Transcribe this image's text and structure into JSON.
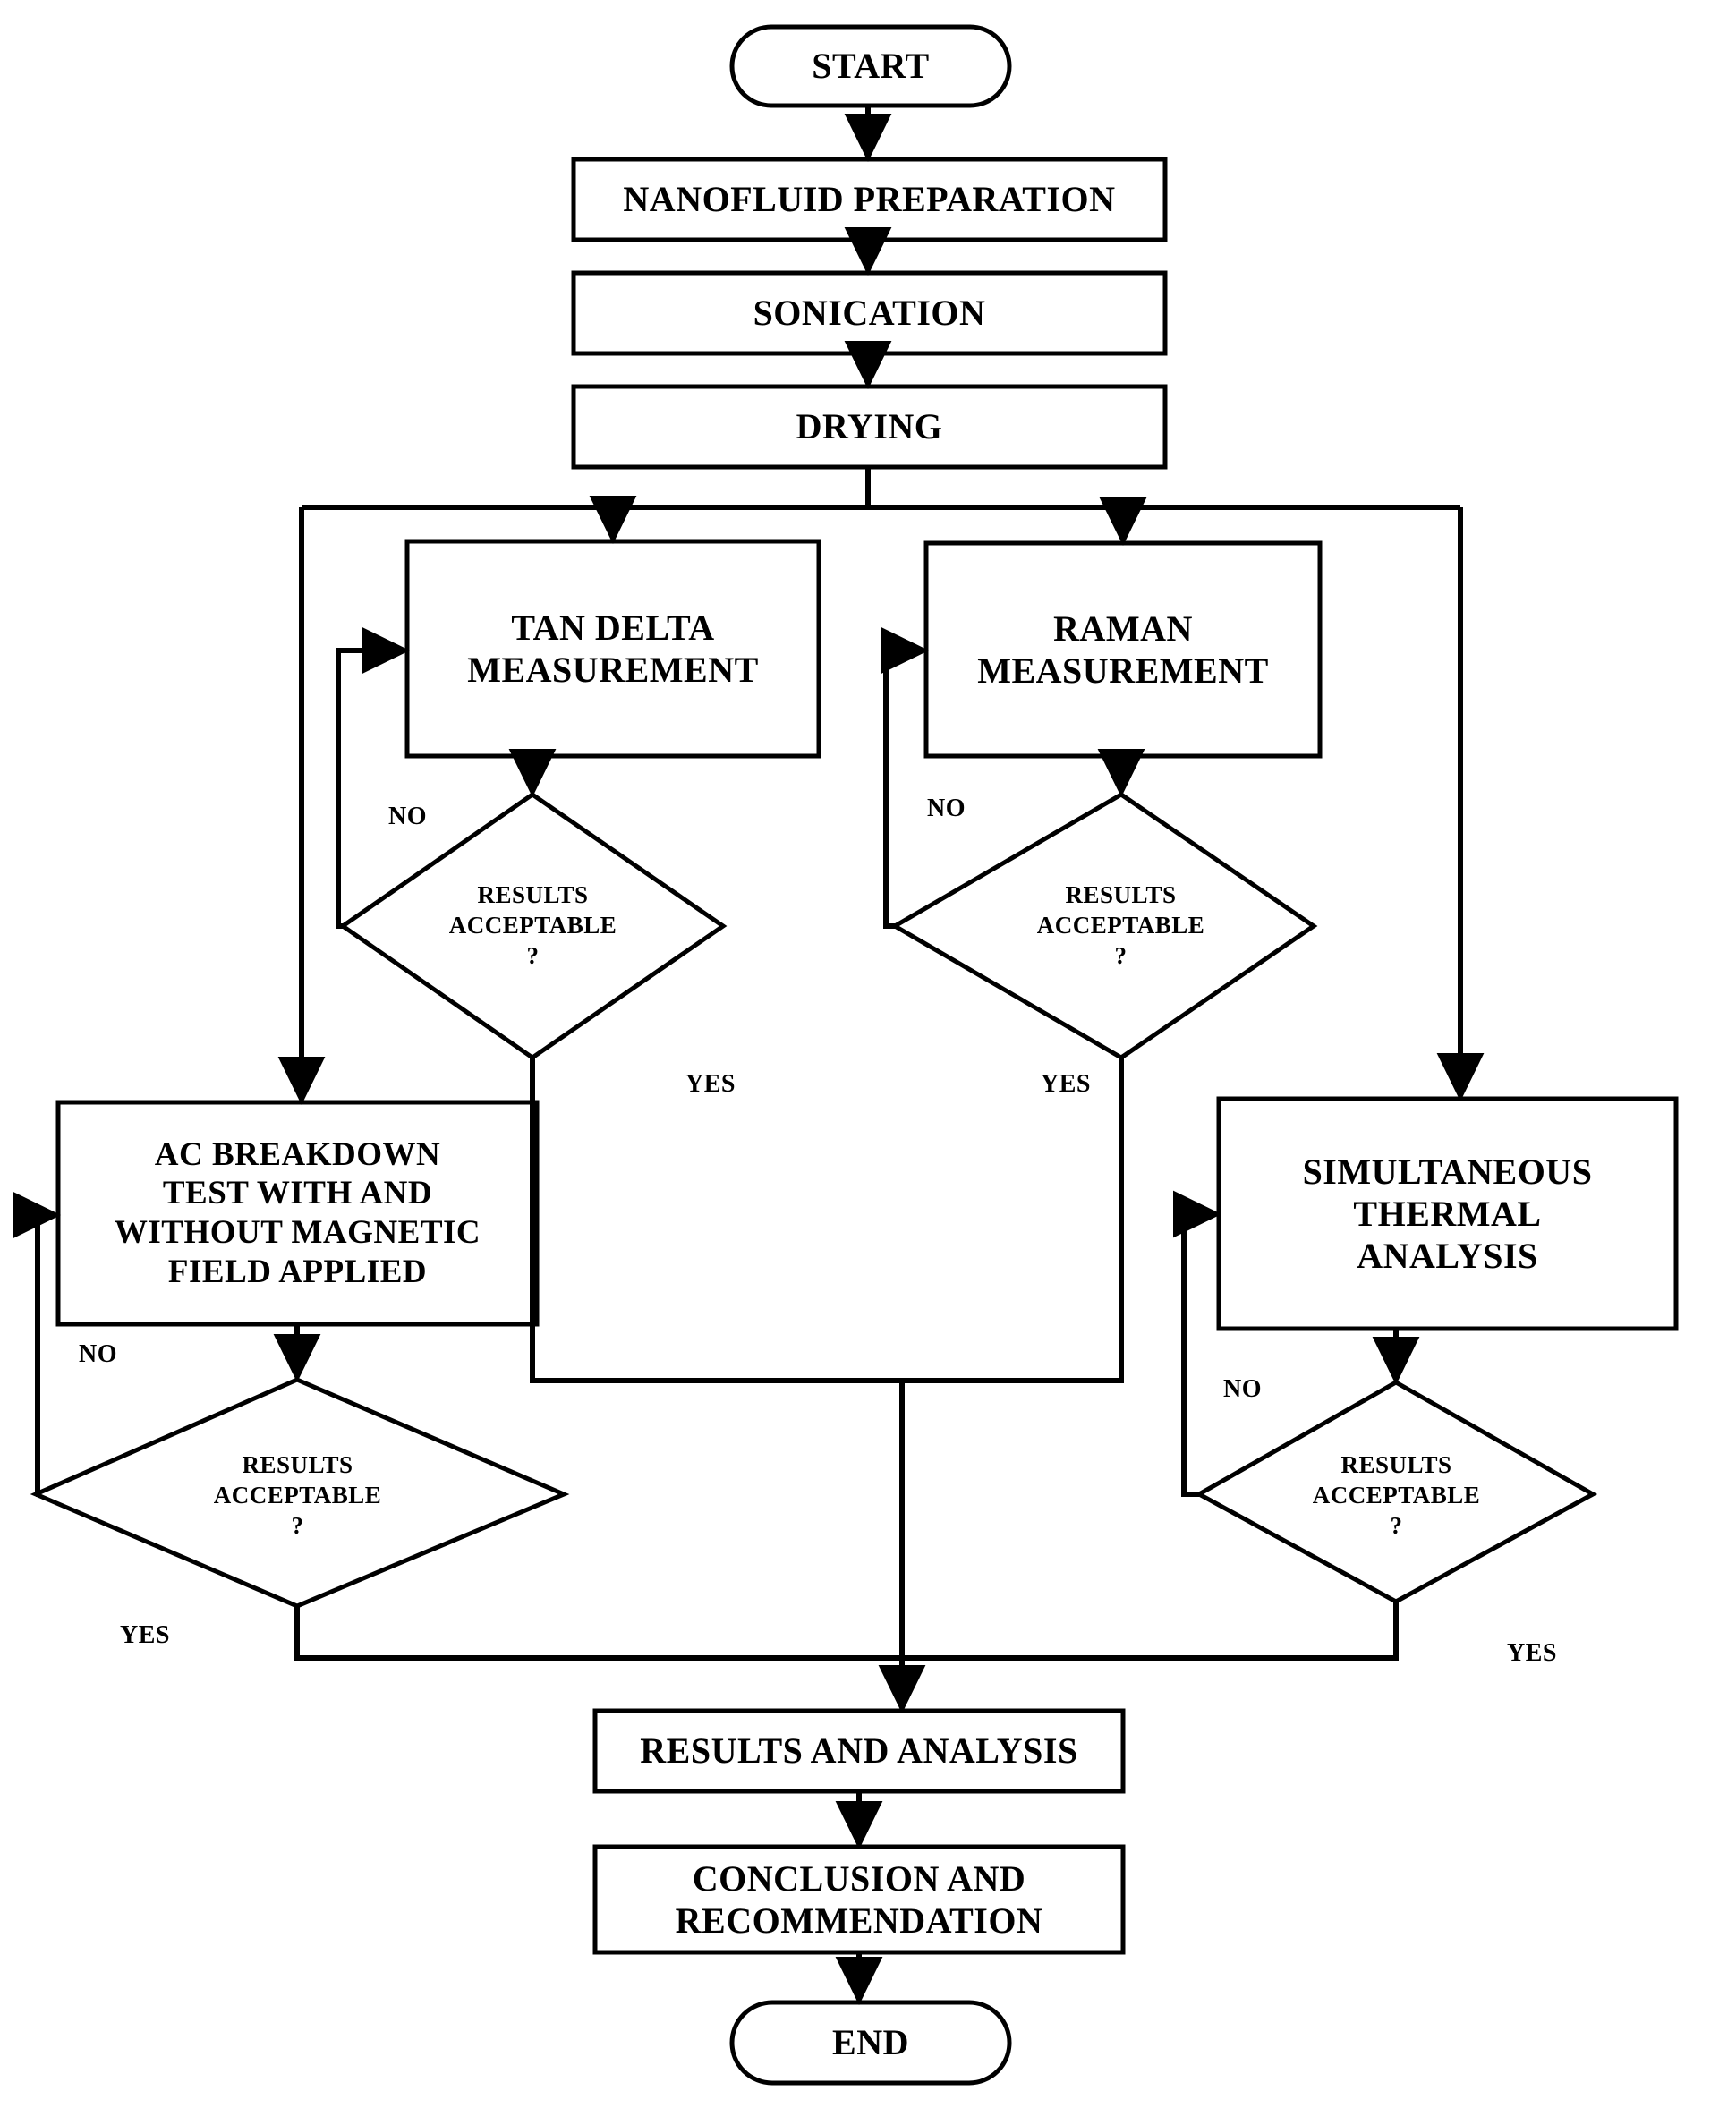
{
  "diagram": {
    "title": "Nanofluid Experimental Methodology Flowchart",
    "type": "flowchart",
    "stroke_color": "#000000",
    "fill_color": "#ffffff"
  },
  "nodes": {
    "start": {
      "label": "START",
      "shape": "terminator"
    },
    "nanofluid_preparation": {
      "label": "NANOFLUID PREPARATION",
      "shape": "process"
    },
    "sonication": {
      "label": "SONICATION",
      "shape": "process"
    },
    "drying": {
      "label": "DRYING",
      "shape": "process"
    },
    "tan_delta": {
      "line1": "TAN DELTA",
      "line2": "MEASUREMENT",
      "shape": "process"
    },
    "raman": {
      "line1": "RAMAN",
      "line2": "MEASUREMENT",
      "shape": "process"
    },
    "ac_breakdown": {
      "line1": "AC BREAKDOWN",
      "line2": "TEST WITH AND",
      "line3": "WITHOUT MAGNETIC",
      "line4": "FIELD APPLIED",
      "shape": "process"
    },
    "simultaneous_thermal": {
      "line1": "SIMULTANEOUS",
      "line2": "THERMAL",
      "line3": "ANALYSIS",
      "shape": "process"
    },
    "decision_tan_delta": {
      "line1": "RESULTS",
      "line2": "ACCEPTABLE",
      "line3": "?",
      "shape": "decision"
    },
    "decision_raman": {
      "line1": "RESULTS",
      "line2": "ACCEPTABLE",
      "line3": "?",
      "shape": "decision"
    },
    "decision_ac_breakdown": {
      "line1": "RESULTS",
      "line2": "ACCEPTABLE",
      "line3": "?",
      "shape": "decision"
    },
    "decision_thermal": {
      "line1": "RESULTS",
      "line2": "ACCEPTABLE",
      "line3": "?",
      "shape": "decision"
    },
    "results_analysis": {
      "label": "RESULTS AND ANALYSIS",
      "shape": "process"
    },
    "conclusion": {
      "line1": "CONCLUSION AND",
      "line2": "RECOMMENDATION",
      "shape": "process"
    },
    "end": {
      "label": "END",
      "shape": "terminator"
    }
  },
  "edge_labels": {
    "no_tan_delta": "NO",
    "no_raman": "NO",
    "no_ac_breakdown": "NO",
    "no_thermal": "NO",
    "yes_tan_delta": "YES",
    "yes_raman": "YES",
    "yes_ac_breakdown": "YES",
    "yes_thermal": "YES"
  }
}
